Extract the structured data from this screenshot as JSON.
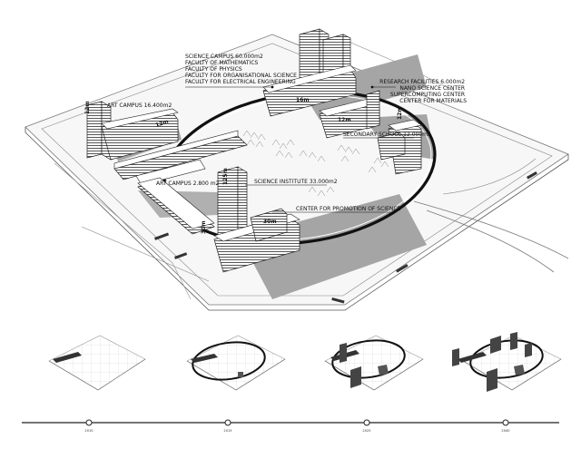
{
  "labels": {
    "science_campus": [
      "SCIENCE CAMPUS 60.000m2",
      "FACULTY OF MATHEMATICS",
      "FACULTY OF PHYSICS",
      "FACULTY FOR ORGANISATIONAL SCIENCE",
      "FACULTY FOR ELECTRICAL ENGINEERING"
    ],
    "research_facilities": [
      "RESEARCH FACILITIES 6.000m2",
      "NANO SCIENCE CENTER",
      "SUPERCOMPUTING CENTER",
      "CENTER FOR MATERIALS"
    ],
    "art_campus": "ART CAMPUS 16.400m2",
    "secondary_school": "SECONDARY SCHOOL 12.000m2",
    "art_campus_small": "ART CAMPUS 2.800 m2",
    "science_institute": "SCIENCE INSTITUTE 33.000m2",
    "center_promotion": "CENTER FOR PROMOTION OF SCIENCE"
  },
  "levels": {
    "art_tower": "12m",
    "arc_left": "12m",
    "science_campus": "16m",
    "research": "12m",
    "secondary": "12m",
    "science_institute": "125m",
    "promotion": "30m",
    "art_small": "30m"
  },
  "timeline": {
    "years": [
      "2010",
      "2015",
      "2025",
      "2040"
    ]
  },
  "colors": {
    "line": "#222222",
    "shadow": "#9a9a9a",
    "ground": "#f4f4f4"
  }
}
